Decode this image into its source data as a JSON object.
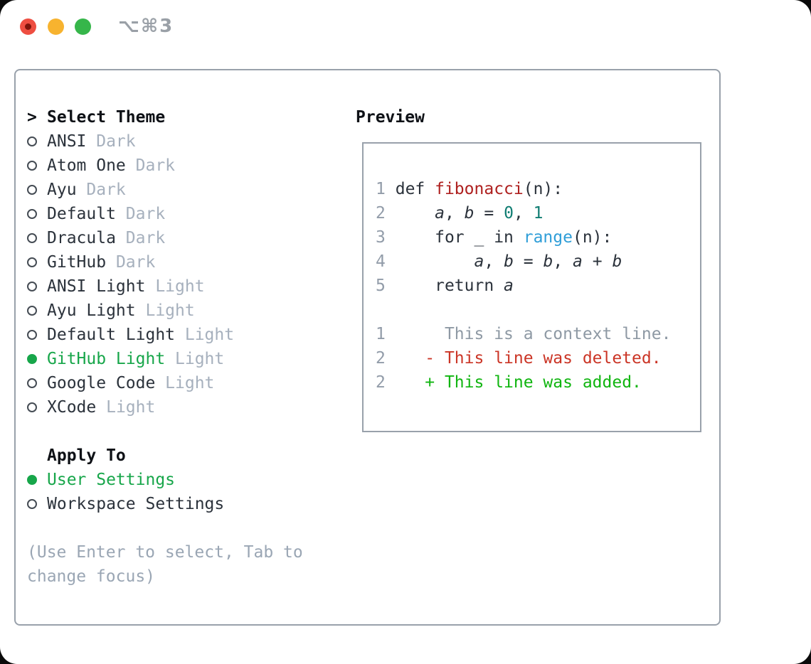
{
  "window": {
    "title_shortcut": "⌥⌘3"
  },
  "theme_picker": {
    "header_marker": ">",
    "header_label": "Select Theme",
    "items": [
      {
        "name": "ANSI",
        "variant": "Dark",
        "selected": false
      },
      {
        "name": "Atom One",
        "variant": "Dark",
        "selected": false
      },
      {
        "name": "Ayu",
        "variant": "Dark",
        "selected": false
      },
      {
        "name": "Default",
        "variant": "Dark",
        "selected": false
      },
      {
        "name": "Dracula",
        "variant": "Dark",
        "selected": false
      },
      {
        "name": "GitHub",
        "variant": "Dark",
        "selected": false
      },
      {
        "name": "ANSI Light",
        "variant": "Light",
        "selected": false
      },
      {
        "name": "Ayu Light",
        "variant": "Light",
        "selected": false
      },
      {
        "name": "Default Light",
        "variant": "Light",
        "selected": false
      },
      {
        "name": "GitHub Light",
        "variant": "Light",
        "selected": true
      },
      {
        "name": "Google Code",
        "variant": "Light",
        "selected": false
      },
      {
        "name": "XCode",
        "variant": "Light",
        "selected": false
      }
    ],
    "apply_to": {
      "label": "Apply To",
      "options": [
        {
          "name": "User Settings",
          "selected": true
        },
        {
          "name": "Workspace Settings",
          "selected": false
        }
      ]
    },
    "help_lines": [
      "(Use Enter to select, Tab to",
      "change focus)"
    ]
  },
  "preview": {
    "label": "Preview",
    "lines": [
      {
        "num": "1",
        "segments": [
          {
            "s": "plain",
            "t": "def "
          },
          {
            "s": "func",
            "t": "fibonacci"
          },
          {
            "s": "plain",
            "t": "(n):"
          }
        ]
      },
      {
        "num": "2",
        "segments": [
          {
            "s": "plain",
            "t": "    "
          },
          {
            "s": "var",
            "t": "a"
          },
          {
            "s": "plain",
            "t": ", "
          },
          {
            "s": "var",
            "t": "b"
          },
          {
            "s": "plain",
            "t": " = "
          },
          {
            "s": "num",
            "t": "0"
          },
          {
            "s": "plain",
            "t": ", "
          },
          {
            "s": "num",
            "t": "1"
          }
        ]
      },
      {
        "num": "3",
        "segments": [
          {
            "s": "plain",
            "t": "    for _ in "
          },
          {
            "s": "builtin",
            "t": "range"
          },
          {
            "s": "plain",
            "t": "(n):"
          }
        ]
      },
      {
        "num": "4",
        "segments": [
          {
            "s": "plain",
            "t": "        "
          },
          {
            "s": "var",
            "t": "a"
          },
          {
            "s": "plain",
            "t": ", "
          },
          {
            "s": "var",
            "t": "b"
          },
          {
            "s": "plain",
            "t": " = "
          },
          {
            "s": "var",
            "t": "b"
          },
          {
            "s": "plain",
            "t": ", "
          },
          {
            "s": "var",
            "t": "a"
          },
          {
            "s": "plain",
            "t": " + "
          },
          {
            "s": "var",
            "t": "b"
          }
        ]
      },
      {
        "num": "5",
        "segments": [
          {
            "s": "plain",
            "t": "    return "
          },
          {
            "s": "var",
            "t": "a"
          }
        ]
      },
      {
        "num": "",
        "segments": []
      },
      {
        "num": "1",
        "segments": [
          {
            "s": "context",
            "t": "     This is a context line."
          }
        ]
      },
      {
        "num": "2",
        "segments": [
          {
            "s": "deleted",
            "t": "   - This line was deleted."
          }
        ]
      },
      {
        "num": "2",
        "segments": [
          {
            "s": "added",
            "t": "   + This line was added."
          }
        ]
      }
    ]
  },
  "colors": {
    "green": "#17a64a",
    "text": "#2b323b",
    "heading": "#0e1116",
    "muted": "#a6b0bd",
    "help": "#9aa6b4",
    "lineno": "#929ca9",
    "border": "#99a1ab",
    "radio-ring": "#454c54",
    "func": "#ae201f",
    "numlit": "#107d72",
    "builtin": "#2f9ed8",
    "context": "#8e99a4",
    "deleted": "#cb3526",
    "added": "#10b510",
    "tl-red": "#ee4e41",
    "tl-red-dot": "#7e140b",
    "tl-yellow": "#f7b32f",
    "tl-green": "#36b64a",
    "chrome-text": "#9aa0a7"
  }
}
